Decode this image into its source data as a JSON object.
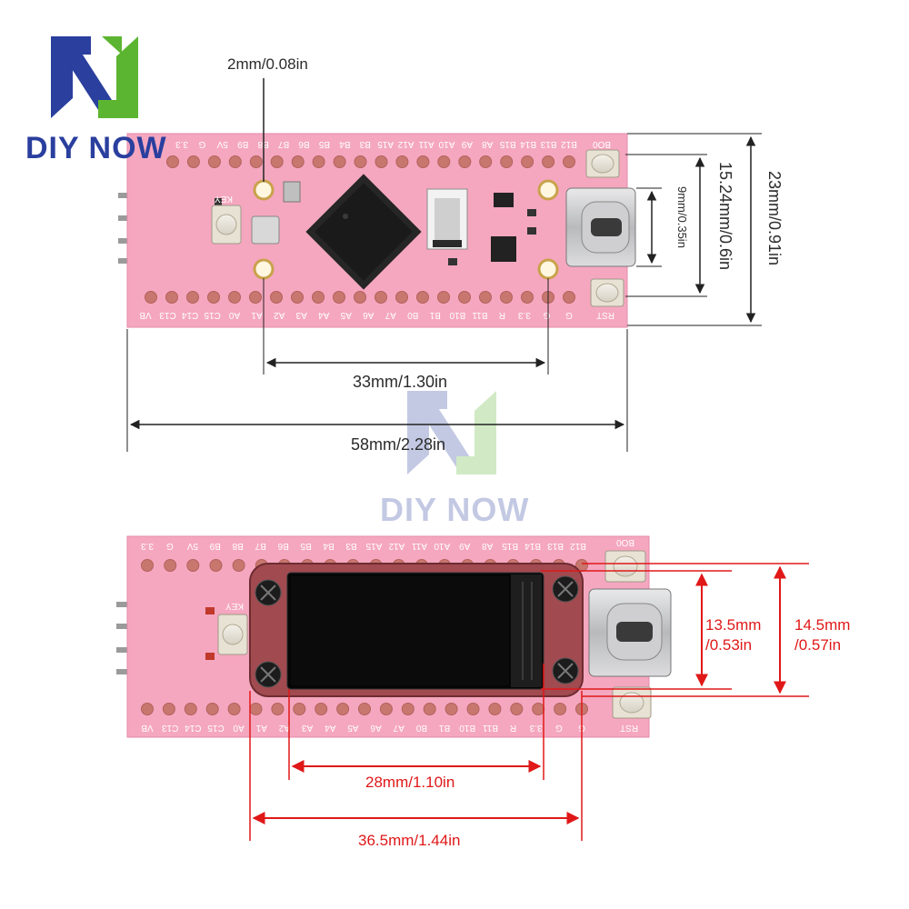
{
  "brand": {
    "logo_icon": "diy-now-logo-icon",
    "name": "DIY NOW",
    "colors": {
      "blue": "#2a3f9e",
      "green": "#5cb531"
    }
  },
  "watermark": {
    "name": "DIY NOW"
  },
  "board_top": {
    "pcb_color": "#f5a7c0",
    "top_pin_labels": [
      "B12",
      "B13",
      "B14",
      "B15",
      "A8",
      "A9",
      "A10",
      "A11",
      "A12",
      "A15",
      "B3",
      "B4",
      "B5",
      "B6",
      "B7",
      "B8",
      "B9",
      "5V",
      "G",
      "3.3"
    ],
    "top_pin_labels_end": "BO0",
    "bottom_pin_labels": [
      "VB",
      "C13",
      "C14",
      "C15",
      "A0",
      "A1",
      "A2",
      "A3",
      "A4",
      "A5",
      "A6",
      "A7",
      "B0",
      "B1",
      "B10",
      "B11",
      "R",
      "3.3",
      "G",
      "G"
    ],
    "bottom_pin_labels_end": "RST",
    "key_label": "KEY"
  },
  "board_bottom": {
    "pcb_color": "#f5a7c0",
    "top_pin_labels": [
      "3.3",
      "G",
      "5V",
      "B9",
      "B8",
      "B7",
      "B6",
      "B5",
      "B4",
      "B3",
      "A15",
      "A12",
      "A11",
      "A10",
      "A9",
      "A8",
      "B15",
      "B14",
      "B13",
      "B12"
    ],
    "top_pin_labels_end": "BO0",
    "bottom_pin_labels": [
      "VB",
      "C13",
      "C14",
      "C15",
      "A0",
      "A1",
      "A2",
      "A3",
      "A4",
      "A5",
      "A6",
      "A7",
      "B0",
      "B1",
      "B10",
      "B11",
      "R",
      "3.3",
      "G",
      "G"
    ],
    "bottom_pin_labels_end": "RST",
    "key_label": "KEY"
  },
  "dimensions_top": {
    "hole_diameter": "2mm/0.08in",
    "hole_spacing": "33mm/1.30in",
    "board_length": "58mm/2.28in",
    "usb_width": "9mm/0.35in",
    "header_spacing": "15.24mm/0.6in",
    "board_width": "23mm/0.91in"
  },
  "dimensions_bottom": {
    "display_height_line1": "13.5mm",
    "display_height_line2": "/0.53in",
    "module_height_line1": "14.5mm",
    "module_height_line2": "/0.57in",
    "display_width": "28mm/1.10in",
    "module_width": "36.5mm/1.44in",
    "dimension_color": "#e01818"
  }
}
